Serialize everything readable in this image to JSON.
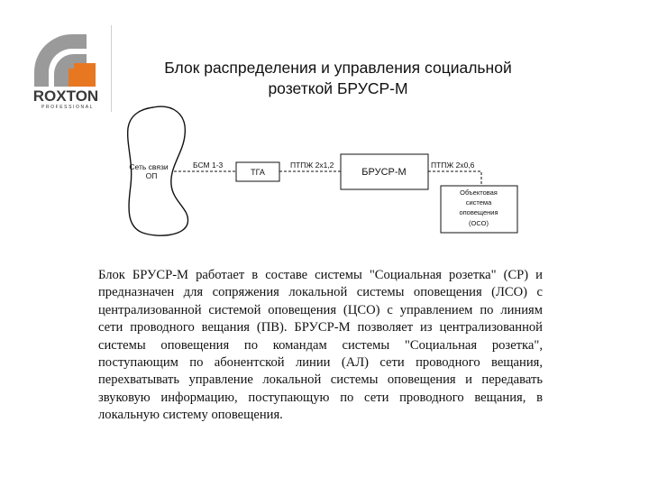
{
  "logo": {
    "brand": "ROXTON",
    "subtitle": "PROFESSIONAL",
    "colors": {
      "gray": "#9a9a9a",
      "orange": "#e87722",
      "text": "#3a3a3a"
    }
  },
  "title": {
    "line1": "Блок распределения и управления социальной",
    "line2": "розеткой БРУСР-М"
  },
  "diagram": {
    "network_label_line1": "Сеть связи",
    "network_label_line2": "ОП",
    "link1_label": "БСМ 1-3",
    "box_tga": "ТГА",
    "link2_label": "ПТПЖ 2х1,2",
    "box_brusr": "БРУСР-М",
    "link3_label": "ПТПЖ 2х0,6",
    "oso_line1": "Объектовая",
    "oso_line2": "система",
    "oso_line3": "оповещения",
    "oso_line4": "(ОСО)"
  },
  "description": "Блок БРУСР-М работает в составе системы \"Социальная розетка\" (СР) и предназначен для сопряжения локальной системы оповещения (ЛСО) с централизованной системой оповещения (ЦСО) с управлением по линиям сети проводного вещания (ПВ). БРУСР-М позволяет из централизованной системы оповещения по командам системы \"Социальная розетка\", поступающим по абонентской линии (АЛ) сети проводного вещания, перехватывать управление локальной системы оповещения и передавать звуковую информацию, поступающую по сети проводного вещания, в локальную систему оповещения."
}
